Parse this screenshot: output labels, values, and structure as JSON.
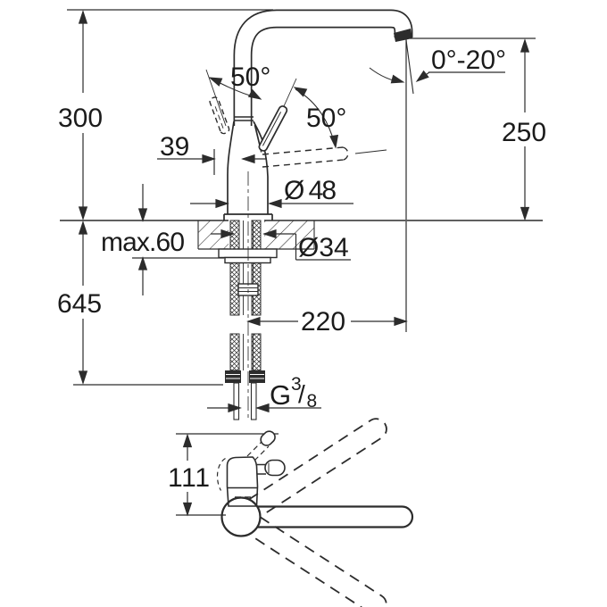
{
  "drawing": {
    "type": "faucet-dimension-diagram",
    "labels": {
      "height": "300",
      "handle_offset": "39",
      "handle_angle_back": "50°",
      "handle_angle_front": "50°",
      "spout_tilt_range": "0°-20°",
      "spout_height": "250",
      "base_diameter": "Ø 48",
      "hole_diameter": "Ø34",
      "counter_thickness": "max.60",
      "hose_length": "645",
      "spout_reach": "220",
      "plan_height": "111",
      "thread": {
        "g": "G",
        "sup": "3",
        "slash": "/",
        "sub": "8"
      }
    },
    "colors": {
      "line": "#2c2c2c",
      "text": "#1b1b1b",
      "background": "#ffffff"
    }
  }
}
